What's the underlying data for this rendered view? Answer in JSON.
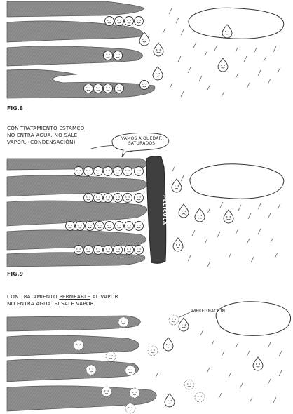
{
  "fig8": {
    "label": "FIG.8"
  },
  "fig9": {
    "caption_line1_prefix": "CON TRATAMIENTO ",
    "caption_line1_emph": "ESTAMCO",
    "caption_line2": "NO ENTRA AGUA. NO SALE",
    "caption_line3": "VAPOR. (CONDENSACIÓN)",
    "speech": "VAMOS A QUEDAR SATURADOS",
    "film_label": "PELICULA",
    "label": "FIG.9"
  },
  "fig10": {
    "caption_line1_prefix": "CON TRATAMIENTO ",
    "caption_line1_emph": "PERMEABLE",
    "caption_line1_suffix": " AL VAPOR",
    "caption_line2": "NO ENTRA AGUA. SI SALE VAPOR.",
    "impregnation": "IMPREGNACION"
  },
  "colors": {
    "material": "#8f8f8f",
    "ink": "#2b2b2b",
    "film": "#4a4a4a"
  }
}
